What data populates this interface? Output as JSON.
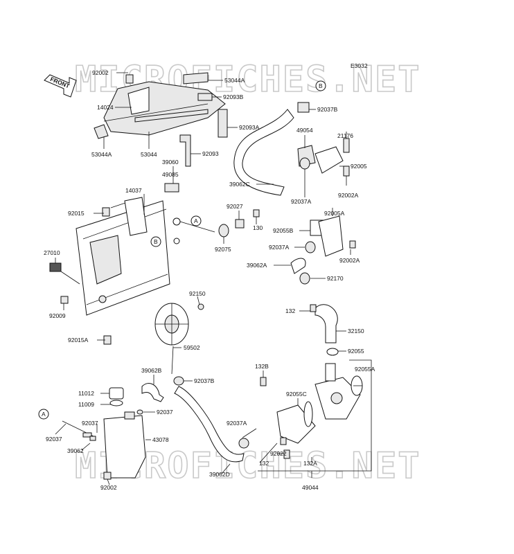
{
  "diagram_code": "E3032",
  "front_label": "FRONT",
  "watermark_top": "MICROFICHES.NET",
  "watermark_bottom": "MICROFICHES.NET",
  "callout_a": "A",
  "callout_b": "B",
  "labels": {
    "p92002_top": "92002",
    "p53044A_top": "53044A",
    "p14024": "14024",
    "p92093B": "92093B",
    "p92093A": "92093A",
    "p53044A_left": "53044A",
    "p53044": "53044",
    "p92093": "92093",
    "p39060": "39060",
    "p49085": "49085",
    "p14037": "14037",
    "p92015": "92015",
    "p27010": "27010",
    "p92009": "92009",
    "p92015A": "92015A",
    "p92027": "92027",
    "p130": "130",
    "p92075": "92075",
    "p92150": "92150",
    "p59502": "59502",
    "p92037B_top": "92037B",
    "p49054": "49054",
    "p21176": "21176",
    "p92005": "92005",
    "p39062C": "39062C",
    "p92037A_top": "92037A",
    "p92002A_top": "92002A",
    "p92005A": "92005A",
    "p92055B": "92055B",
    "p92037A_mid": "92037A",
    "p92002A_mid": "92002A",
    "p39062A": "39062A",
    "p92170": "92170",
    "p132_top": "132",
    "p32150": "32150",
    "p92055": "92055",
    "p92055A": "92055A",
    "p132B": "132B",
    "p92055C": "92055C",
    "p39062B": "39062B",
    "p92037B_mid": "92037B",
    "p11012": "11012",
    "p11009": "11009",
    "p92037_mid": "92037",
    "p92037_left": "92037",
    "p92037_left2": "92037",
    "p43078": "43078",
    "p39062": "39062",
    "p92002_bottom": "92002",
    "p92037A_bot": "92037A",
    "p92022": "92022",
    "p132_bot": "132",
    "p132A": "132A",
    "p39062D": "39062D",
    "p49044": "49044"
  }
}
